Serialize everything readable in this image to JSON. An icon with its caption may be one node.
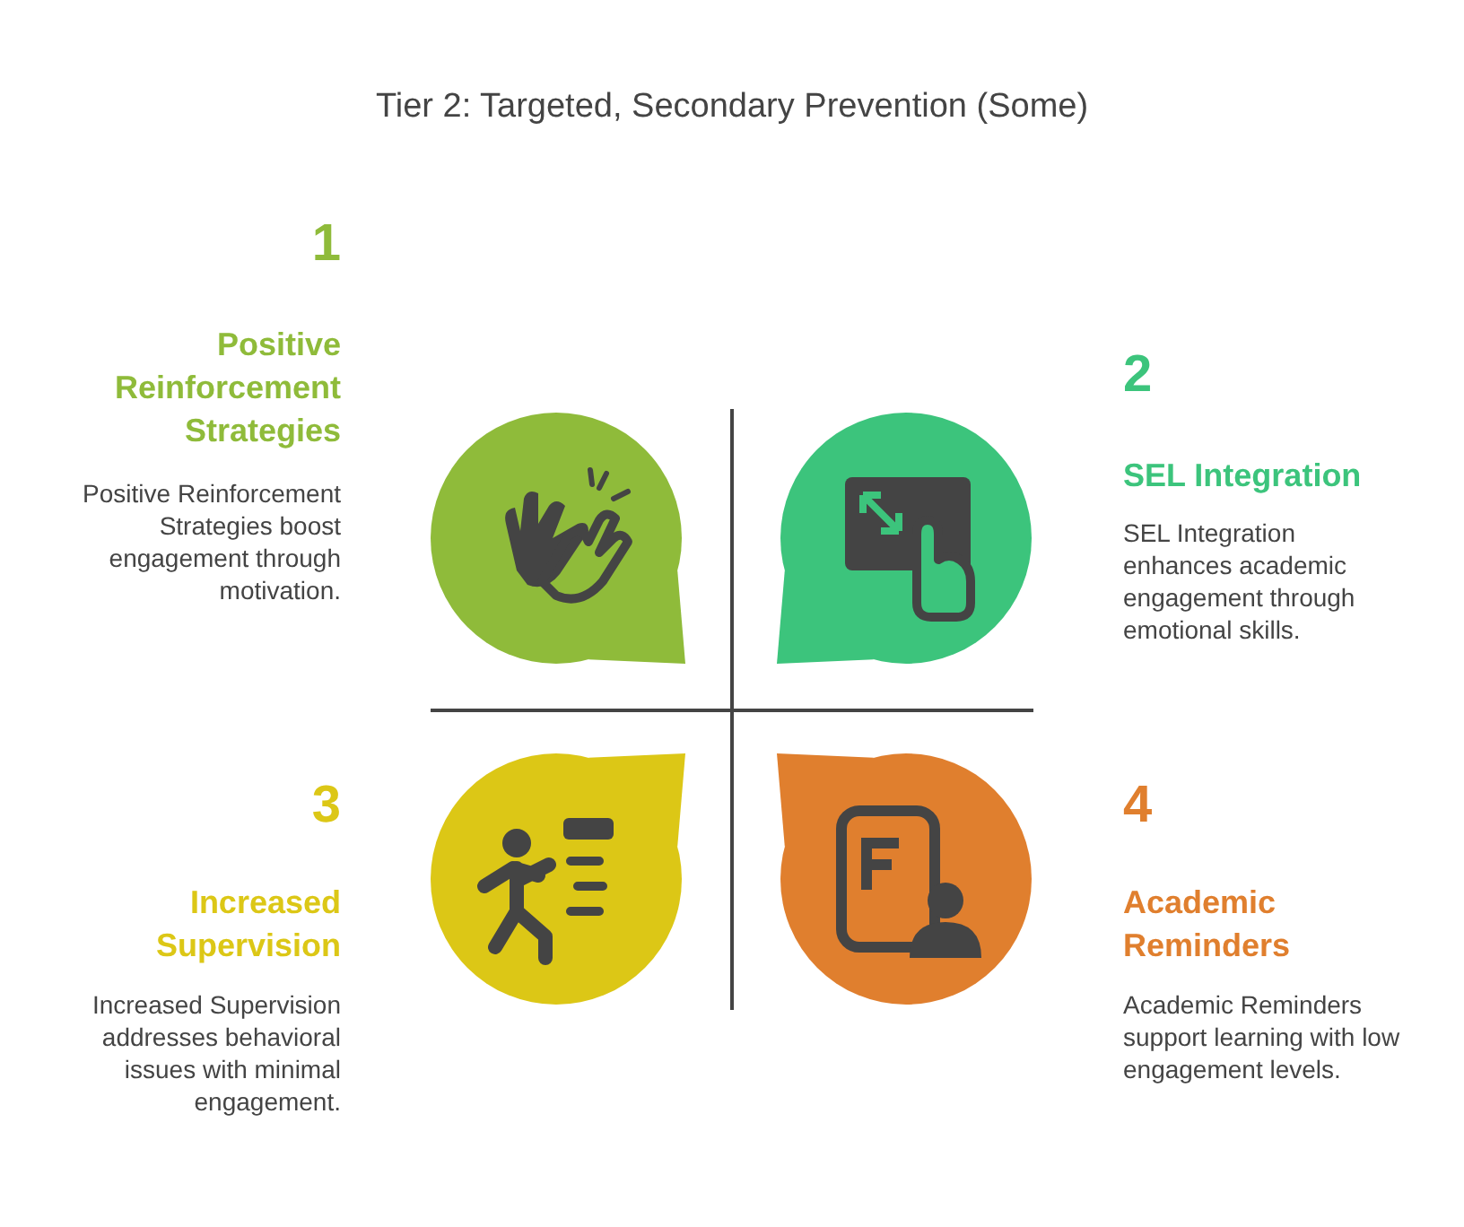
{
  "diagram": {
    "title": "Tier 2: Targeted, Secondary Prevention (Some)",
    "nodes": [
      {
        "text": [],
        "shape": "circle",
        "beside": [
          "1",
          "Positive Reinforcement Strategies",
          "Positive Reinforcement Strategies boost engagement through motivation."
        ]
      },
      {
        "text": [],
        "shape": "circle",
        "beside": [
          "2",
          "SEL Integration",
          "SEL Integration enhances academic engagement through emotional skills."
        ]
      },
      {
        "text": [],
        "shape": "circle",
        "beside": [
          "3",
          "Increased Supervision",
          "Increased Supervision addresses behavioral issues with minimal engagement."
        ]
      },
      {
        "text": [],
        "shape": "circle",
        "beside": [
          "4",
          "Academic Reminders",
          "Academic Reminders support learning with low engagement levels."
        ]
      }
    ]
  }
}
